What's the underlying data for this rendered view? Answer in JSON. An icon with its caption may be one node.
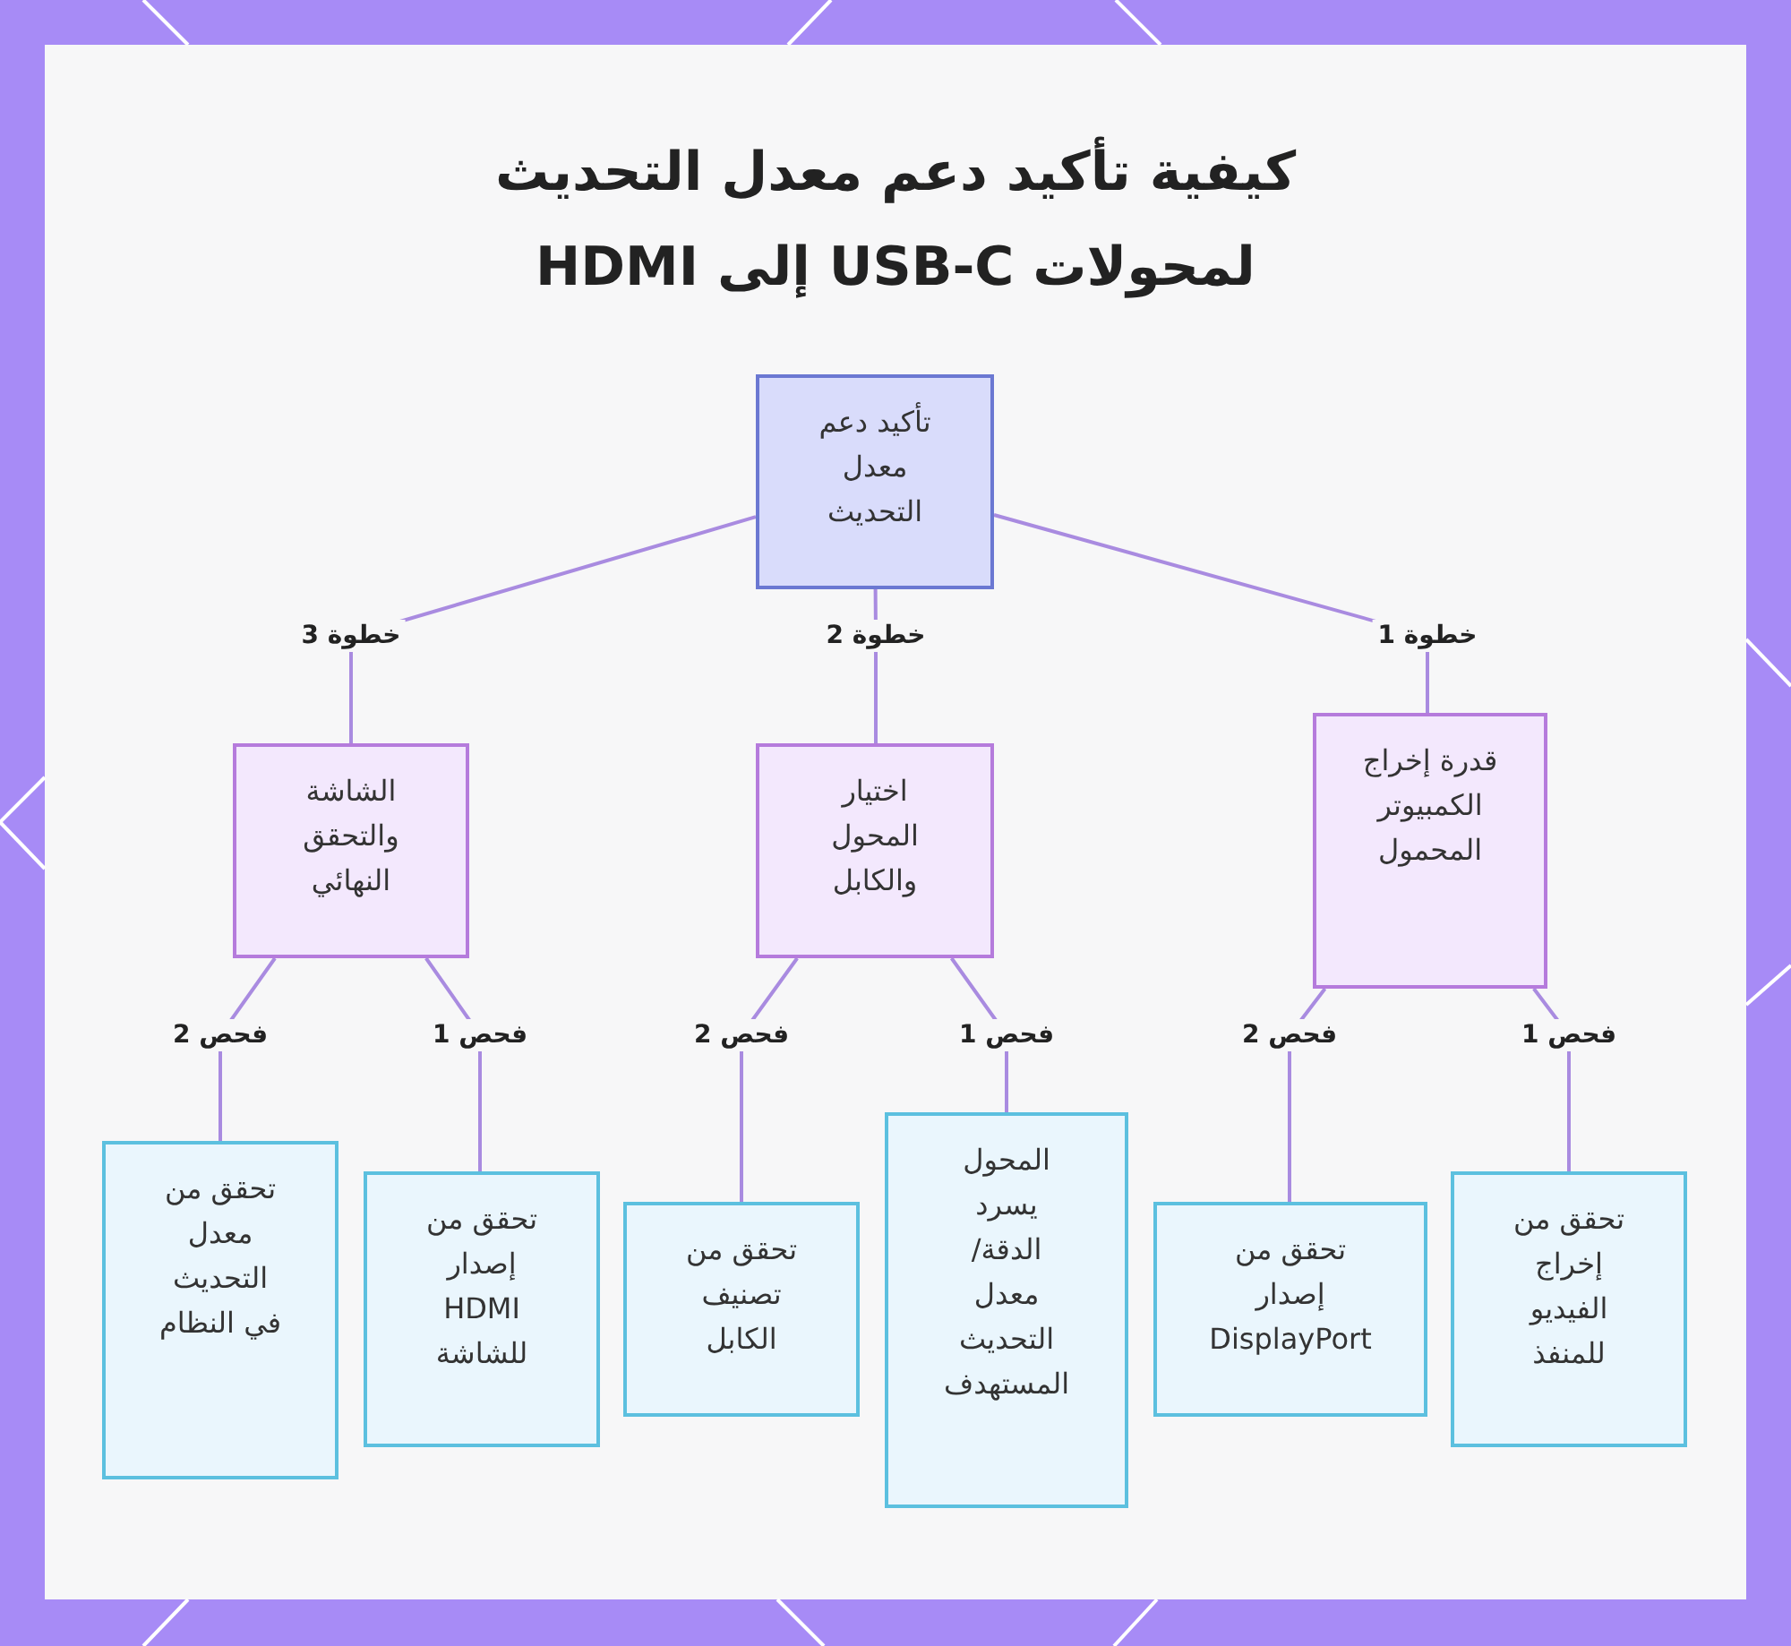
{
  "diagram": {
    "title": "كيفية تأكيد دعم معدل التحديث لمحولات USB-C إلى HDMI",
    "nodes": [
      {
        "text": [
          "تأكيد دعم معدل التحديث"
        ]
      },
      {
        "text": [
          "قدرة إخراج الكمبيوتر المحمول"
        ]
      },
      {
        "text": [
          "اختيار المحول والكابل"
        ]
      },
      {
        "text": [
          "الشاشة والتحقق النهائي"
        ]
      },
      {
        "text": [
          "تحقق من إخراج الفيديو للمنفذ"
        ]
      },
      {
        "text": [
          "تحقق من إصدار DisplayPort"
        ]
      },
      {
        "text": [
          "المحول يسرد الدقة/ معدل التحديث المستهدف"
        ]
      },
      {
        "text": [
          "تحقق من تصنيف الكابل"
        ]
      },
      {
        "text": [
          "تحقق من إصدار HDMI للشاشة"
        ]
      },
      {
        "text": [
          "تحقق من معدل التحديث في النظام"
        ]
      }
    ],
    "edges": [
      {
        "from": 0,
        "to": 1,
        "arrow": "none",
        "label": "خطوة 1"
      },
      {
        "from": 0,
        "to": 2,
        "arrow": "none",
        "label": "خطوة 2"
      },
      {
        "from": 0,
        "to": 3,
        "arrow": "none",
        "label": "خطوة 3"
      },
      {
        "from": 1,
        "to": 4,
        "arrow": "none",
        "label": "فحص 1"
      },
      {
        "from": 1,
        "to": 5,
        "arrow": "none",
        "label": "فحص 2"
      },
      {
        "from": 2,
        "to": 6,
        "arrow": "none",
        "label": "فحص 1"
      },
      {
        "from": 2,
        "to": 7,
        "arrow": "none",
        "label": "فحص 2"
      },
      {
        "from": 3,
        "to": 8,
        "arrow": "none",
        "label": "فحص 1"
      },
      {
        "from": 3,
        "to": 9,
        "arrow": "none",
        "label": "فحص 2"
      }
    ]
  }
}
